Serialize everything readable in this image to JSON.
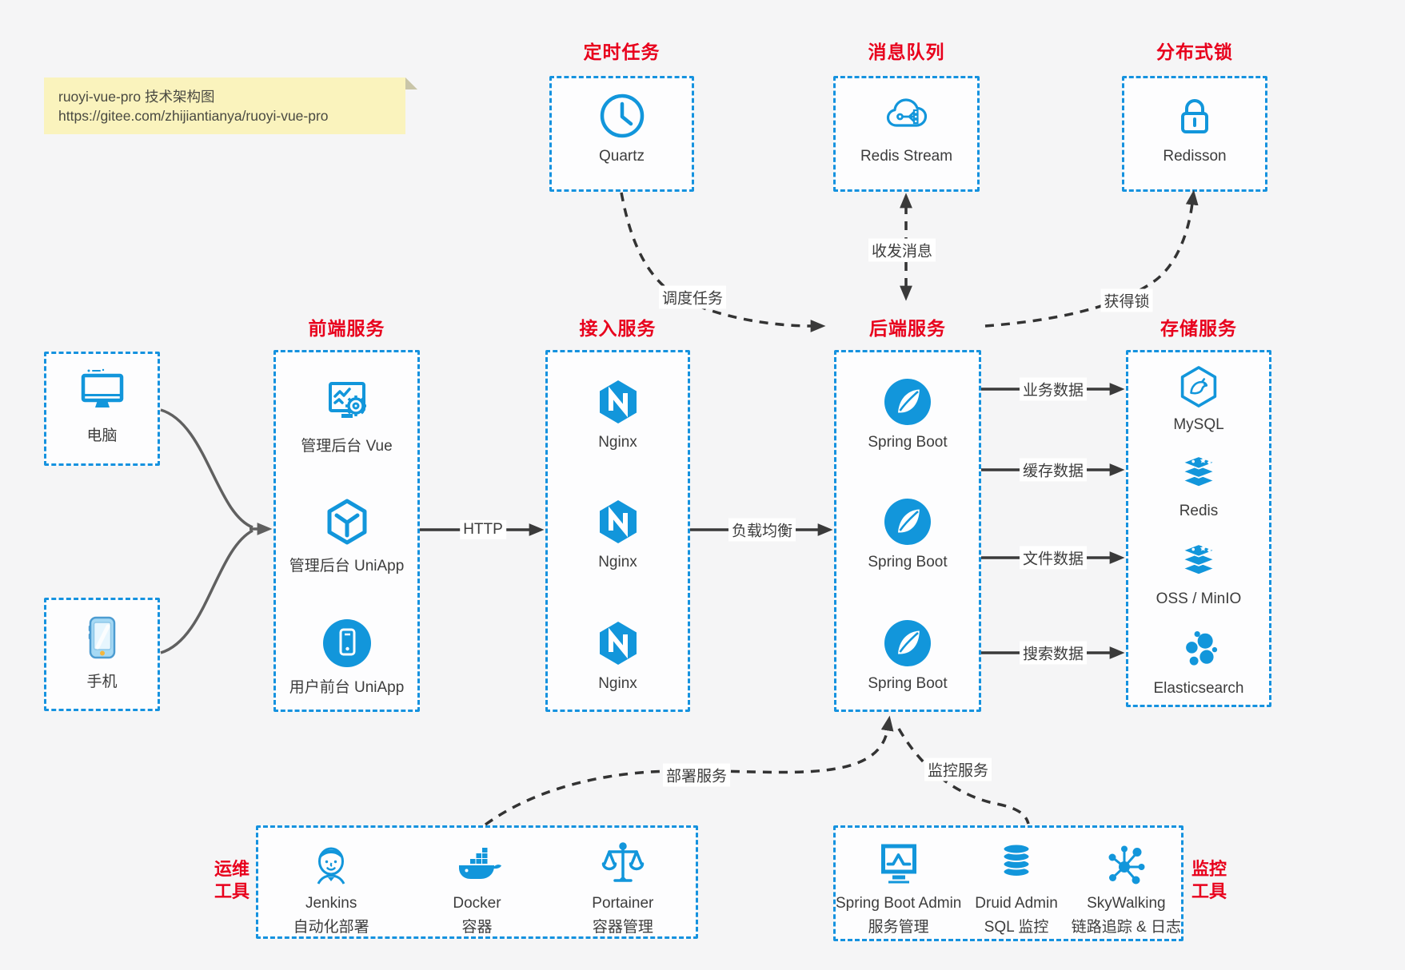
{
  "note": {
    "line1": "ruoyi-vue-pro 技术架构图",
    "line2": "https://gitee.com/zhijiantianya/ruoyi-vue-pro"
  },
  "colors": {
    "accent_blue": "#1296db",
    "dashed_border_blue": "#1592df",
    "title_red": "#e8001c",
    "note_yellow": "#faf3bd",
    "arrow_dark": "#3a3a3a"
  },
  "top_groups": [
    {
      "title": "定时任务",
      "item": {
        "icon": "clock-icon",
        "label": "Quartz"
      }
    },
    {
      "title": "消息队列",
      "item": {
        "icon": "cloud-mq-icon",
        "label": "Redis Stream"
      }
    },
    {
      "title": "分布式锁",
      "item": {
        "icon": "lock-icon",
        "label": "Redisson"
      }
    }
  ],
  "clients": [
    {
      "icon": "desktop-icon",
      "label": "电脑"
    },
    {
      "icon": "phone-icon",
      "label": "手机"
    }
  ],
  "service_columns": [
    {
      "title": "前端服务",
      "items": [
        {
          "icon": "admin-vue-icon",
          "label": "管理后台 Vue"
        },
        {
          "icon": "uniapp-cube-icon",
          "label": "管理后台 UniApp"
        },
        {
          "icon": "user-app-icon",
          "label": "用户前台 UniApp"
        }
      ]
    },
    {
      "title": "接入服务",
      "items": [
        {
          "icon": "nginx-icon",
          "label": "Nginx"
        },
        {
          "icon": "nginx-icon",
          "label": "Nginx"
        },
        {
          "icon": "nginx-icon",
          "label": "Nginx"
        }
      ]
    },
    {
      "title": "后端服务",
      "items": [
        {
          "icon": "spring-boot-icon",
          "label": "Spring Boot"
        },
        {
          "icon": "spring-boot-icon",
          "label": "Spring Boot"
        },
        {
          "icon": "spring-boot-icon",
          "label": "Spring Boot"
        }
      ]
    },
    {
      "title": "存储服务",
      "items": [
        {
          "icon": "mysql-icon",
          "label": "MySQL"
        },
        {
          "icon": "redis-stack-icon",
          "label": "Redis"
        },
        {
          "icon": "redis-stack-icon",
          "label": "OSS / MinIO"
        },
        {
          "icon": "elasticsearch-icon",
          "label": "Elasticsearch"
        }
      ]
    }
  ],
  "bottom_groups": [
    {
      "side_label_line1": "运维",
      "side_label_line2": "工具",
      "items": [
        {
          "icon": "jenkins-icon",
          "name": "Jenkins",
          "desc": "自动化部署"
        },
        {
          "icon": "docker-icon",
          "name": "Docker",
          "desc": "容器"
        },
        {
          "icon": "portainer-icon",
          "name": "Portainer",
          "desc": "容器管理"
        }
      ]
    },
    {
      "side_label_line1": "监控",
      "side_label_line2": "工具",
      "items": [
        {
          "icon": "spring-boot-admin-icon",
          "name": "Spring Boot Admin",
          "desc": "服务管理"
        },
        {
          "icon": "druid-icon",
          "name": "Druid Admin",
          "desc": "SQL 监控"
        },
        {
          "icon": "skywalking-icon",
          "name": "SkyWalking",
          "desc": "链路追踪 & 日志"
        }
      ]
    }
  ],
  "edge_labels": {
    "schedule": "调度任务",
    "message": "收发消息",
    "lock": "获得锁",
    "http": "HTTP",
    "load_balance": "负载均衡",
    "business_data": "业务数据",
    "cache_data": "缓存数据",
    "file_data": "文件数据",
    "search_data": "搜索数据",
    "deploy": "部署服务",
    "monitor": "监控服务"
  }
}
